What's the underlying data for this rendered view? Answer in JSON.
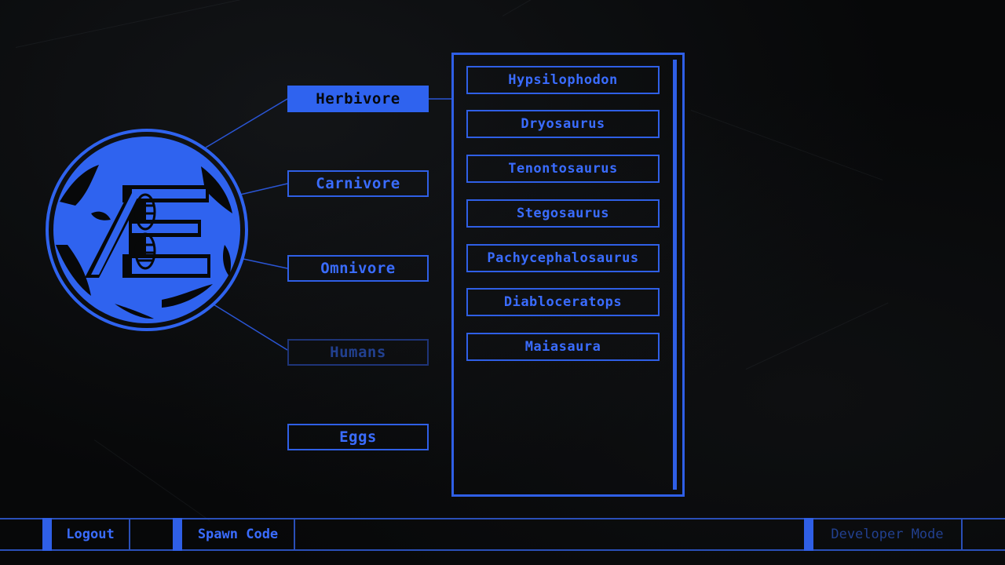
{
  "categories": {
    "herbivore": "Herbivore",
    "carnivore": "Carnivore",
    "omnivore": "Omnivore",
    "humans": "Humans",
    "eggs": "Eggs"
  },
  "species": [
    "Hypsilophodon",
    "Dryosaurus",
    "Tenontosaurus",
    "Stegosaurus",
    "Pachycephalosaurus",
    "Diabloceratops",
    "Maiasaura"
  ],
  "bottom_bar": {
    "logout": "Logout",
    "spawn_code": "Spawn Code",
    "developer_mode": "Developer Mode"
  },
  "colors": {
    "accent": "#2f5fe6",
    "text": "#3a6cff",
    "dim": "#22408f",
    "background": "#070809"
  },
  "logo_icon": "globe-ae-logo"
}
